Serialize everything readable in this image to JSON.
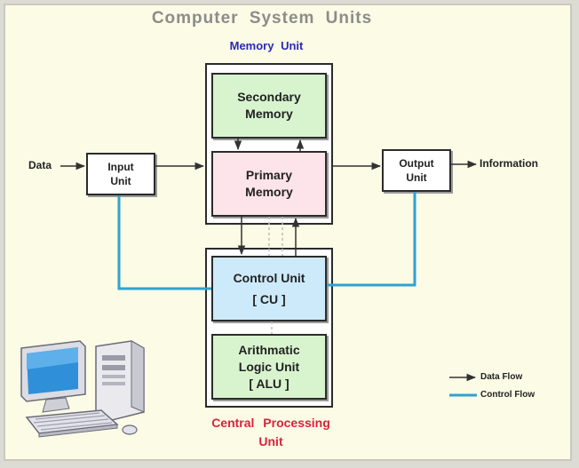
{
  "title": "Computer System Units",
  "memory_unit_title": "Memory Unit",
  "cpu_title_line1": "Central Processing",
  "cpu_title_line2": "Unit",
  "boxes": {
    "secondary_memory": [
      "Secondary",
      "Memory"
    ],
    "primary_memory": [
      "Primary",
      "Memory"
    ],
    "input_unit": [
      "Input",
      "Unit"
    ],
    "output_unit": [
      "Output",
      "Unit"
    ],
    "control_unit": [
      "Control Unit",
      "[ CU ]"
    ],
    "alu": [
      "Arithmatic",
      "Logic Unit",
      "[ ALU ]"
    ]
  },
  "labels": {
    "data": "Data",
    "information": "Information"
  },
  "legend": {
    "data_flow": "Data Flow",
    "control_flow": "Control Flow"
  },
  "colors": {
    "data_flow": "#333333",
    "control_flow": "#2fa3cf",
    "title": "#8c8c8c",
    "memory_title": "#2a2ab8",
    "cpu_title": "#d8243a"
  },
  "icons": [
    "computer-icon"
  ]
}
